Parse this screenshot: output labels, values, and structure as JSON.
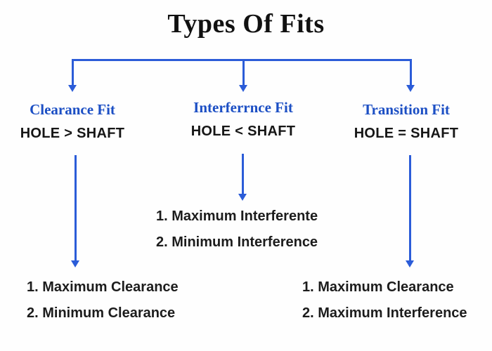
{
  "title": "Types Of Fits",
  "colors": {
    "arrow": "#2b5cd8",
    "heading": "#1c4fc4",
    "ink": "#1c1c1c"
  },
  "branches": [
    {
      "name": "Clearance Fit",
      "rule": "HOLE > SHAFT",
      "items": [
        "1. Maximum Clearance",
        "2. Minimum Clearance"
      ]
    },
    {
      "name": "Interferrnce Fit",
      "rule": "HOLE < SHAFT",
      "items": [
        "1. Maximum Interferente",
        "2. Minimum Interference"
      ]
    },
    {
      "name": "Transition Fit",
      "rule": "HOLE = SHAFT",
      "items": [
        "1. Maximum Clearance",
        "2. Maximum Interference"
      ]
    }
  ]
}
